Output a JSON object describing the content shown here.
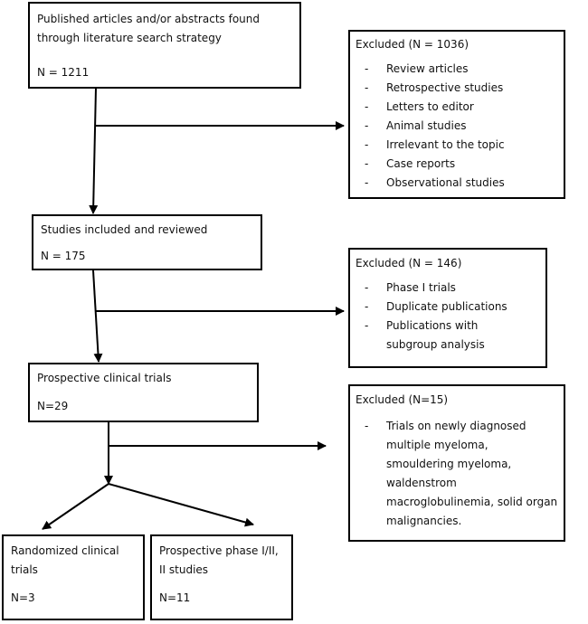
{
  "stage1": {
    "line1": "Published articles and/or abstracts found",
    "line2": "through literature search strategy",
    "count": "N = 1211"
  },
  "excluded1": {
    "title": "Excluded (N = 1036)",
    "items": [
      "Review articles",
      "Retrospective studies",
      "Letters to editor",
      "Animal studies",
      "Irrelevant to the topic",
      "Case reports",
      "Observational studies"
    ]
  },
  "stage2": {
    "line1": "Studies included and reviewed",
    "count": "N = 175"
  },
  "excluded2": {
    "title": "Excluded (N = 146)",
    "items": [
      "Phase I trials",
      "Duplicate publications",
      "Publications with subgroup analysis"
    ]
  },
  "stage3": {
    "line1": "Prospective clinical trials",
    "count": "N=29"
  },
  "excluded3": {
    "title": "Excluded (N=15)",
    "items": [
      "Trials on newly diagnosed multiple myeloma, smouldering myeloma, waldenstrom macroglobulinemia, solid organ malignancies."
    ]
  },
  "outcome_left": {
    "line1": "Randomized clinical trials",
    "count": "N=3"
  },
  "outcome_right": {
    "line1": "Prospective phase I/II, II studies",
    "count": "N=11"
  }
}
